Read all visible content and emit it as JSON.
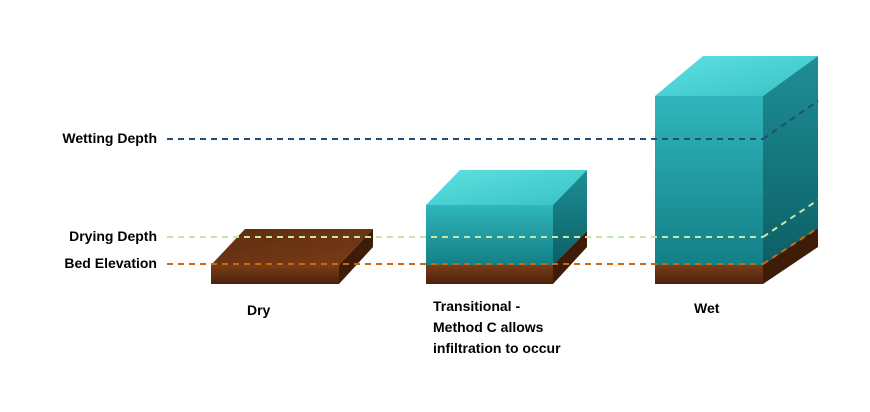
{
  "levels": {
    "wetting_depth": "Wetting Depth",
    "drying_depth": "Drying Depth",
    "bed_elevation": "Bed Elevation"
  },
  "states": {
    "dry": "Dry",
    "transitional": [
      "Transitional -",
      "Method C allows",
      "infiltration to occur"
    ],
    "wet": "Wet"
  },
  "colors": {
    "wetting_line": "#1f4e79",
    "drying_line": "#c6e6a8",
    "bed_line": "#c86a10",
    "soil": "#6b3415",
    "water": "#2aa3a8"
  }
}
